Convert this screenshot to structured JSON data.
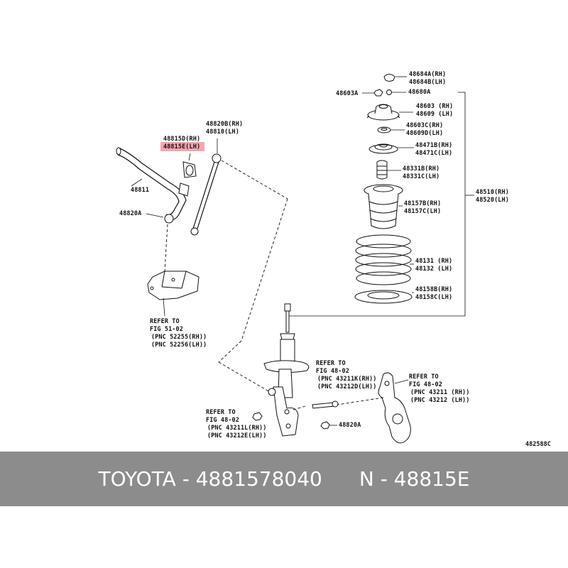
{
  "labels": {
    "l48684a": "48684A(RH)",
    "l48684b": "48684B(LH)",
    "l48603a": "48603A",
    "l48680a": "48680A",
    "l48603": "48603 (RH)",
    "l48609": "48609 (LH)",
    "l48603c": "48603C(RH)",
    "l48609d": "48609D(LH)",
    "l48471b": "48471B(RH)",
    "l48471c": "48471C(LH)",
    "l48331b": "48331B(RH)",
    "l48331c": "48331C(LH)",
    "l48157b": "48157B(RH)",
    "l48157c": "48157C(LH)",
    "l48131": "48131 (RH)",
    "l48132": "48132 (LH)",
    "l48158b": "48158B(RH)",
    "l48158c": "48158C(LH)",
    "l48510": "48510(RH)",
    "l48520": "48520(LH)",
    "l48820b": "48820B(RH)",
    "l48810": "48810(LH)",
    "l48815d": "48815D(RH)",
    "l48815e": "48815E(LH)",
    "l48811": "48811",
    "l48820a_left": "48820A",
    "l48820a_right": "48820A",
    "ref1_line1": "REFER TO",
    "ref1_line2": "FIG 51-02",
    "ref1_line3": "(PNC 52255(RH))",
    "ref1_line4": "(PNC 52256(LH))",
    "ref2_line1": "REFER TO",
    "ref2_line2": "FIG 48-02",
    "ref2_line3": "(PNC 43211K(RH))",
    "ref2_line4": "(PNC 43212D(LH))",
    "ref3_line1": "REFER TO",
    "ref3_line2": "FIG 48-02",
    "ref3_line3": "(PNC 43211 (RH))",
    "ref3_line4": "(PNC 43212 (LH))",
    "ref4_line1": "REFER TO",
    "ref4_line2": "FIG 48-02",
    "ref4_line3": "(PNC 43211L(RH))",
    "ref4_line4": "(PNC 43212E(LH))"
  },
  "catalog_number": "482588C",
  "footer": {
    "part_number": "TOYOTA - 4881578040",
    "reference": "N - 48815E"
  },
  "colors": {
    "highlight": "#f4a6ae",
    "footer_bg": "#8c8c8c",
    "line": "#111111"
  }
}
